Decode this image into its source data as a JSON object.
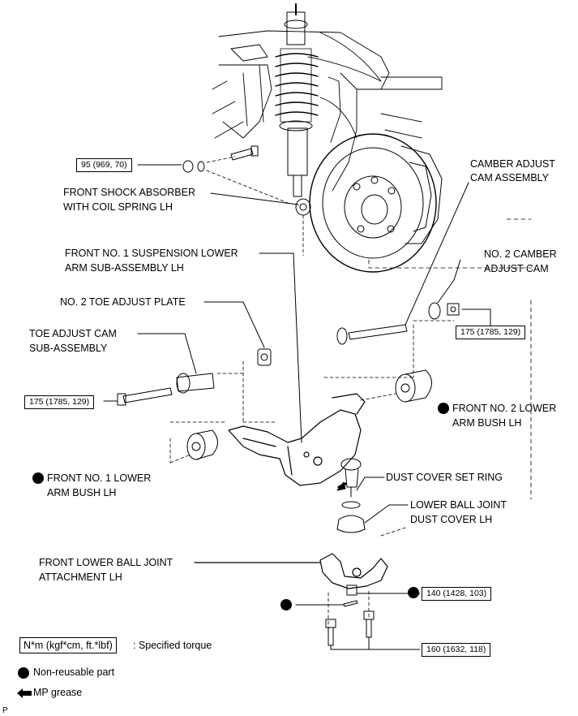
{
  "labels": {
    "shock_absorber_l1": "FRONT SHOCK ABSORBER",
    "shock_absorber_l2": "WITH COIL SPRING LH",
    "lower_arm_l1": "FRONT NO. 1 SUSPENSION LOWER",
    "lower_arm_l2": "ARM SUB-ASSEMBLY LH",
    "toe_plate": "NO. 2 TOE ADJUST PLATE",
    "toe_cam_l1": "TOE ADJUST CAM",
    "toe_cam_l2": "SUB-ASSEMBLY",
    "camber_cam_asm_l1": "CAMBER ADJUST",
    "camber_cam_asm_l2": "CAM ASSEMBLY",
    "camber_cam2_l1": "NO. 2 CAMBER",
    "camber_cam2_l2": "ADJUST CAM",
    "bush2_l1": "FRONT NO. 2 LOWER",
    "bush2_l2": "ARM BUSH LH",
    "bush1_l1": "FRONT NO. 1 LOWER",
    "bush1_l2": "ARM BUSH LH",
    "dust_ring": "DUST COVER SET RING",
    "dust_cover_l1": "LOWER BALL JOINT",
    "dust_cover_l2": "DUST COVER LH",
    "attachment_l1": "FRONT LOWER BALL JOINT",
    "attachment_l2": "ATTACHMENT LH"
  },
  "torques": {
    "shock_bolt": "95 (969, 70)",
    "camber_nut": "175 (1785, 129)",
    "toe_bolt": "175 (1785, 129)",
    "castle_nut": "140 (1428, 103)",
    "attach_bolts": "160 (1632, 118)"
  },
  "legend": {
    "torque_unit": "N*m (kgf*cm, ft.*lbf)",
    "torque_desc": ": Specified torque",
    "non_reusable": "Non-reusable part",
    "mp_grease": "MP grease"
  },
  "corner_mark": "P",
  "colors": {
    "ink": "#000000",
    "paper": "#ffffff",
    "shade": "#d9d9d9"
  }
}
